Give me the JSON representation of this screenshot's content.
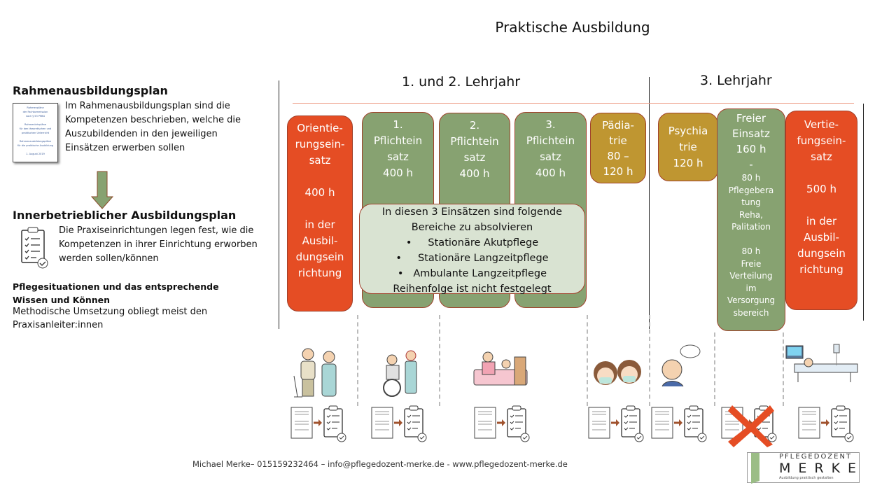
{
  "title": "Praktische Ausbildung",
  "left": {
    "section1": {
      "heading": "Rahmenausbildungsplan",
      "text": "Im Rahmenausbildungsplan sind die Kompetenzen beschrieben, welche die Auszubildenden in den jeweiligen Einsätzen erwerben sollen",
      "doc_lines": [
        "Rahmenpläne",
        "der Fachkommission",
        "nach § 53 PflBG",
        "Rahmenlehrpläne",
        "für den theoretischen und",
        "praktischen Unterricht",
        "Rahmenausbildungspläne",
        "für die praktische Ausbildung",
        "1. August 2019"
      ]
    },
    "section2": {
      "heading": "Innerbetrieblicher Ausbildungsplan",
      "text": "Die Praxiseinrichtungen legen fest, wie die Kompetenzen in ihrer Einrichtung erworben werden sollen/können"
    },
    "section3": {
      "heading": "Pflegesituationen und das entsprechende Wissen und Können",
      "text": "Methodische Umsetzung obliegt meist den Praxisanleiter:innen"
    }
  },
  "years": {
    "first": "1. und 2. Lehrjahr",
    "third": "3. Lehrjahr"
  },
  "blocks": [
    {
      "lines": [
        "Orientie-",
        "rungsein-",
        "satz",
        "",
        "400 h",
        "",
        "in der",
        "Ausbil-",
        "dungsein",
        "richtung"
      ]
    },
    {
      "lines": [
        "1.",
        "Pflichtein",
        "satz",
        "400 h"
      ]
    },
    {
      "lines": [
        "2.",
        "Pflichtein",
        "satz",
        "400 h"
      ]
    },
    {
      "lines": [
        "3.",
        "Pflichtein",
        "satz",
        "400 h"
      ]
    },
    {
      "lines": [
        "Pädia-",
        "trie",
        "80 –",
        "120 h"
      ]
    },
    {
      "lines": [
        "Psychia",
        "trie",
        "120 h"
      ]
    },
    {
      "lines": [
        "Freier",
        "Einsatz",
        "160  h",
        "-"
      ],
      "small": [
        "80 h",
        "Pflegebera",
        "tung",
        "Reha,",
        "Palitation",
        "",
        "80 h",
        "Freie",
        "Verteilung",
        "im",
        "Versorgung",
        "sbereich"
      ]
    },
    {
      "lines": [
        "Vertie-",
        "fungsein-",
        "satz",
        "",
        "500 h",
        "",
        "in der",
        "Ausbil-",
        "dungsein",
        "richtung"
      ]
    }
  ],
  "overlay": {
    "intro": "In diesen 3 Einsätzen sind folgende Bereiche zu absolvieren",
    "items": [
      "Stationäre Akutpflege",
      "Stationäre Langzeitpflege",
      "Ambulante Langzeitpflege"
    ],
    "outro": "Reihenfolge ist nicht festgelegt"
  },
  "footer": "Michael Merke– 015159232464 – info@pflegedozent-merke.de -  www.pflegedozent-merke.de",
  "logo": {
    "top": "PFLEGEDOZENT",
    "main": "MERKE",
    "tagline": "Ausbildung praktisch gestalten"
  },
  "colors": {
    "orange": "#e54d24",
    "green": "#87a271",
    "gold": "#bf9631",
    "overlay": "#d9e3d2",
    "arrow": "#87a271",
    "cross": "#e54d24"
  }
}
